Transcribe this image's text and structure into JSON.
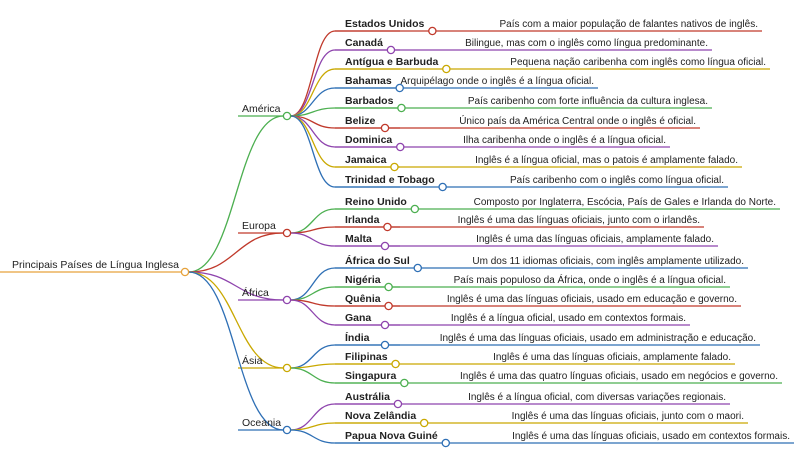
{
  "root": {
    "label": "Principais Países de Língua Inglesa",
    "color": "#e6a23c"
  },
  "regions": [
    {
      "label": "América",
      "color": "#4caf50",
      "countries": [
        {
          "name": "Estados Unidos",
          "desc": "País com a maior população de falantes nativos de inglês.",
          "color": "#c0392b"
        },
        {
          "name": "Canadá",
          "desc": "Bilingue, mas com o inglês como língua predominante.",
          "color": "#8e44ad"
        },
        {
          "name": "Antígua e Barbuda",
          "desc": "Pequena nação caribenha com inglês como língua oficial.",
          "color": "#c9a800"
        },
        {
          "name": "Bahamas",
          "desc": "Arquipélago onde o inglês é a língua oficial.",
          "color": "#2e6fb5"
        },
        {
          "name": "Barbados",
          "desc": "País caribenho com forte influência da cultura inglesa.",
          "color": "#4caf50"
        },
        {
          "name": "Belize",
          "desc": "Único país da América Central onde o inglês é oficial.",
          "color": "#c0392b"
        },
        {
          "name": "Dominica",
          "desc": "Ilha caribenha onde o inglês é a língua oficial.",
          "color": "#8e44ad"
        },
        {
          "name": "Jamaica",
          "desc": "Inglês é a língua oficial, mas o patois é amplamente falado.",
          "color": "#c9a800"
        },
        {
          "name": "Trinidad e Tobago",
          "desc": "País caribenho com o inglês como língua oficial.",
          "color": "#2e6fb5"
        }
      ]
    },
    {
      "label": "Europa",
      "color": "#c0392b",
      "countries": [
        {
          "name": "Reino Unido",
          "desc": "Composto por Inglaterra, Escócia, País de Gales e Irlanda do Norte.",
          "color": "#4caf50"
        },
        {
          "name": "Irlanda",
          "desc": "Inglês é uma das línguas oficiais, junto com o irlandês.",
          "color": "#c0392b"
        },
        {
          "name": "Malta",
          "desc": "Inglês é uma das línguas oficiais, amplamente falado.",
          "color": "#8e44ad"
        }
      ]
    },
    {
      "label": "África",
      "color": "#8e44ad",
      "countries": [
        {
          "name": "África do Sul",
          "desc": "Um dos 11 idiomas oficiais, com inglês amplamente utilizado.",
          "color": "#2e6fb5"
        },
        {
          "name": "Nigéria",
          "desc": "País mais populoso da África, onde o inglês é a língua oficial.",
          "color": "#4caf50"
        },
        {
          "name": "Quênia",
          "desc": "Inglês é uma das línguas oficiais, usado em educação e governo.",
          "color": "#c0392b"
        },
        {
          "name": "Gana",
          "desc": "Inglês é a língua oficial, usado em contextos formais.",
          "color": "#8e44ad"
        }
      ]
    },
    {
      "label": "Ásia",
      "color": "#c9a800",
      "countries": [
        {
          "name": "Índia",
          "desc": "Inglês é uma das línguas oficiais, usado em administração e educação.",
          "color": "#2e6fb5"
        },
        {
          "name": "Filipinas",
          "desc": "Inglês é uma das línguas oficiais, amplamente falado.",
          "color": "#c9a800"
        },
        {
          "name": "Singapura",
          "desc": "Inglês é uma das quatro línguas oficiais, usado em negócios e governo.",
          "color": "#4caf50"
        }
      ]
    },
    {
      "label": "Oceania",
      "color": "#2e6fb5",
      "countries": [
        {
          "name": "Austrália",
          "desc": "Inglês é a língua oficial, com diversas variações regionais.",
          "color": "#8e44ad"
        },
        {
          "name": "Nova Zelândia",
          "desc": "Inglês é uma das línguas oficiais, junto com o maori.",
          "color": "#c9a800"
        },
        {
          "name": "Papua Nova Guiné",
          "desc": "Inglês é uma das línguas oficiais, usado em contextos formais.",
          "color": "#2e6fb5"
        }
      ]
    }
  ]
}
